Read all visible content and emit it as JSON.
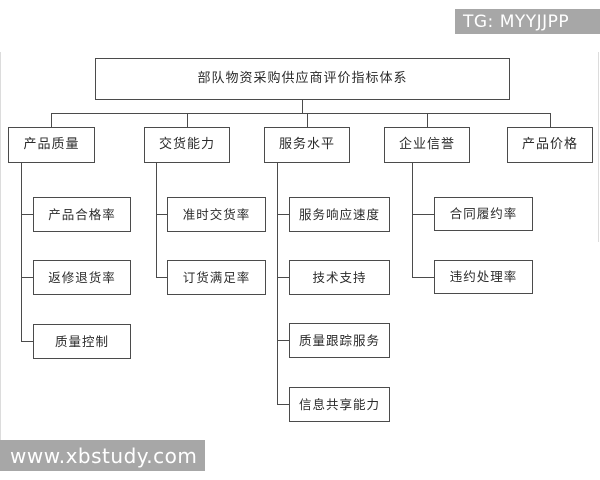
{
  "watermarks": {
    "telegram_badge": "TG: MYYJJPP",
    "site_badge": "www.xbstudy.com"
  },
  "colors": {
    "badge_background": "#a7a7a7",
    "badge_text": "#ffffff",
    "diagram_line": "#4b4b4b",
    "canvas_background": "#ffffff"
  },
  "chart": {
    "type": "tree-diagram",
    "root": "部队物资采购供应商评价指标体系",
    "branches": [
      {
        "label": "产品质量",
        "children": [
          "产品合格率",
          "返修退货率",
          "质量控制"
        ]
      },
      {
        "label": "交货能力",
        "children": [
          "准时交货率",
          "订货满足率"
        ]
      },
      {
        "label": "服务水平",
        "children": [
          "服务响应速度",
          "技术支持",
          "质量跟踪服务",
          "信息共享能力"
        ]
      },
      {
        "label": "企业信誉",
        "children": [
          "合同履约率",
          "违约处理率"
        ]
      },
      {
        "label": "产品价格",
        "children": []
      }
    ]
  }
}
